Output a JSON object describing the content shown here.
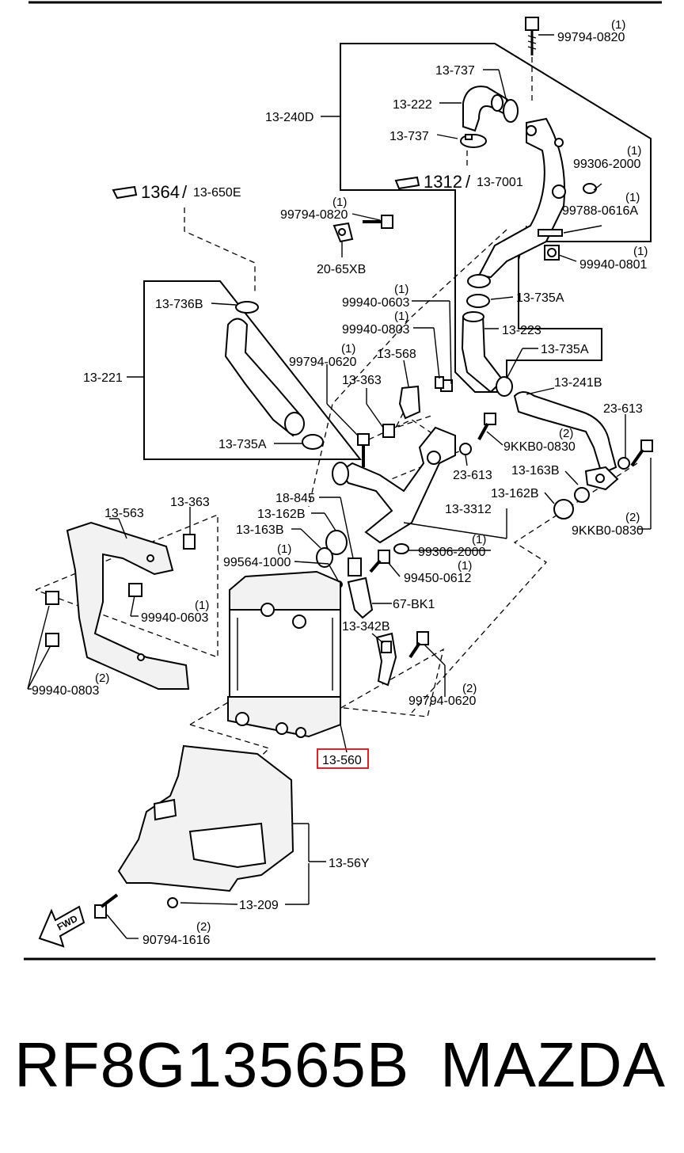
{
  "footer": {
    "part_number": "RF8G13565B",
    "brand": "MAZDA"
  },
  "highlight_color": "#e0202a",
  "labels": {
    "p99794_0820_top": "99794-0820",
    "q_top": "(1)",
    "p13_737_a": "13-737",
    "p13_222": "13-222",
    "p13_240d": "13-240D",
    "p13_737_b": "13-737",
    "p99306_2000_a": "99306-2000",
    "q_99306_a": "(1)",
    "ref_1312": "1312",
    "p13_7001": "13-7001",
    "ref_1364": "1364",
    "p13_650e": "13-650E",
    "p99794_0820_mid": "99794-0820",
    "q_99794_mid": "(1)",
    "p99788_0616a": "99788-0616A",
    "q_99788": "(1)",
    "p20_65xb": "20-65XB",
    "p99940_0801": "99940-0801",
    "q_99940_0801": "(1)",
    "p99940_0603_a": "99940-0603",
    "q_99940_0603_a": "(1)",
    "p13_736b": "13-736B",
    "p13_735a_a": "13-735A",
    "p99940_0803_a": "99940-0803",
    "q_99940_0803_a": "(1)",
    "p13_223": "13-223",
    "p13_568": "13-568",
    "p13_735a_b": "13-735A",
    "p99794_0620_a": "99794-0620",
    "q_99794_0620_a": "(1)",
    "p13_221": "13-221",
    "p13_363_a": "13-363",
    "p13_241b": "13-241B",
    "p23_613_a": "23-613",
    "p13_735a_c": "13-735A",
    "p9kkb0_0830_a": "9KKB0-0830",
    "q_9kkb0_a": "(2)",
    "p23_613_b": "23-613",
    "p13_163b_a": "13-163B",
    "p13_162b_a": "13-162B",
    "p13_563": "13-563",
    "p13_363_b": "13-363",
    "p18_845": "18-845",
    "p13_162b_b": "13-162B",
    "p13_3312": "13-3312",
    "p13_163b_b": "13-163B",
    "p99306_2000_b": "99306-2000",
    "q_99306_b": "(1)",
    "p9kkb0_0830_b": "9KKB0-0830",
    "q_9kkb0_b": "(2)",
    "p99564_1000": "99564-1000",
    "q_99564": "(1)",
    "p99450_0612": "99450-0612",
    "q_99450": "(1)",
    "p67_bk1": "67-BK1",
    "p99940_0603_b": "99940-0603",
    "q_99940_0603_b": "(1)",
    "p13_342b": "13-342B",
    "p99940_0803_b": "99940-0803",
    "q_99940_0803_b": "(2)",
    "p99794_0620_b": "99794-0620",
    "q_99794_0620_b": "(2)",
    "p13_560": "13-560",
    "p13_56y": "13-56Y",
    "p13_209": "13-209",
    "p90794_1616": "90794-1616",
    "q_90794": "(2)",
    "fwd": "FWD"
  }
}
